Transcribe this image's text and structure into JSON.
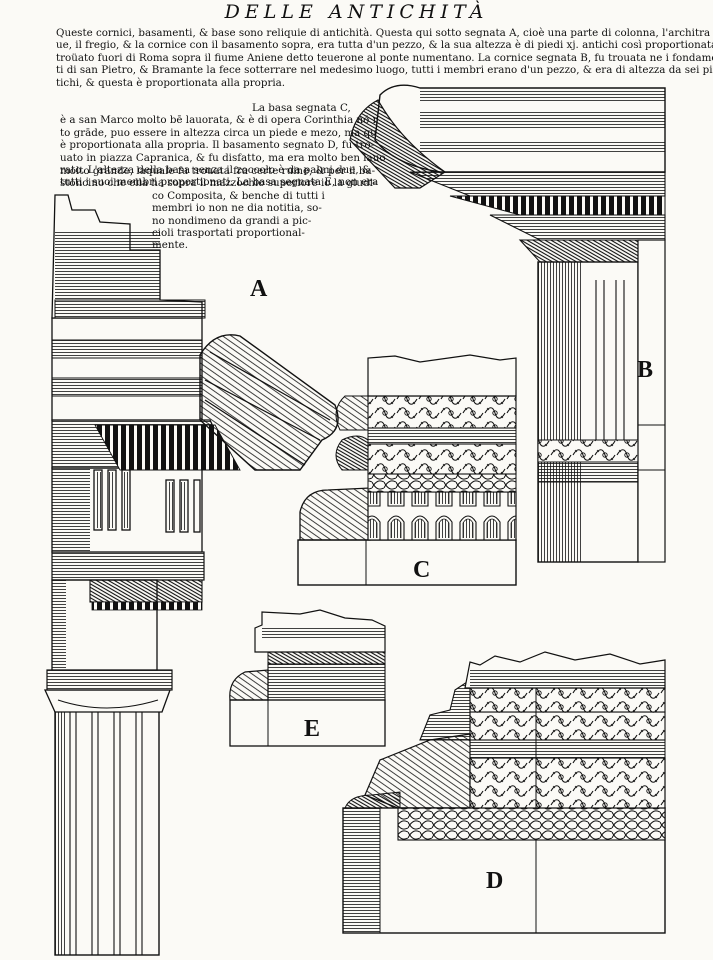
{
  "header": {
    "title": "DELLE ANTICHITÀ"
  },
  "text": {
    "main_lines": [
      "Queste cornici, basamenti, & base sono reliquie di antichità. Questa qui sotto segnata A, cioè una parte di colonna, l'architra",
      "ue, il fregio, & la cornice con il basamento sopra, era tutta d'un pezzo, & la sua altezza è di piedi xj. antichi così proportionata, fu",
      "troüato fuori di Roma sopra il fiume Aniene detto teuerone al ponte numentano. La cornice segnata B, fu trouata ne i fondamen",
      "ti di san Pietro, & Bramante la fece sotterrare nel medesimo luogo, tutti i membri erano d'un pezzo, & era di altezza da sei piedi an",
      "tichi, & questa è proportionata alla propria."
    ],
    "left_lines": [
      "La basa segnata C,",
      "è a san Marco molto bē lauorata, & è di opera Corinthia nō mol",
      "to grāde, puo essere in altezza circa un piede e mezo, ma questa",
      "è proportionata alla propria. Il basamento segnato D, fu tro-",
      "uato in piazza Capranica, & fu disfatto, ma era molto ben lauo",
      "rato. L'altezza della basa senza il zoccolo è da palmi due, &",
      "tutti i suoi membri proportionati. La basa segnata E, non era"
    ],
    "wrap_lines": [
      "molto grande, laquale fu trouata fra certe ruine, & per il ba-",
      "stoncino che ella ha sopra il mazzochio superiore io la giudi-",
      "co Composita, & benche di tutti i",
      "membri io non ne dia notitia, so-",
      "no nondimeno da grandi a pic-",
      "cioli trasportati proportional-",
      "mente."
    ]
  },
  "labels": {
    "A": "A",
    "B": "B",
    "C": "C",
    "D": "D",
    "E": "E"
  },
  "colors": {
    "ink": "#111111",
    "paper": "#fbfaf6"
  }
}
